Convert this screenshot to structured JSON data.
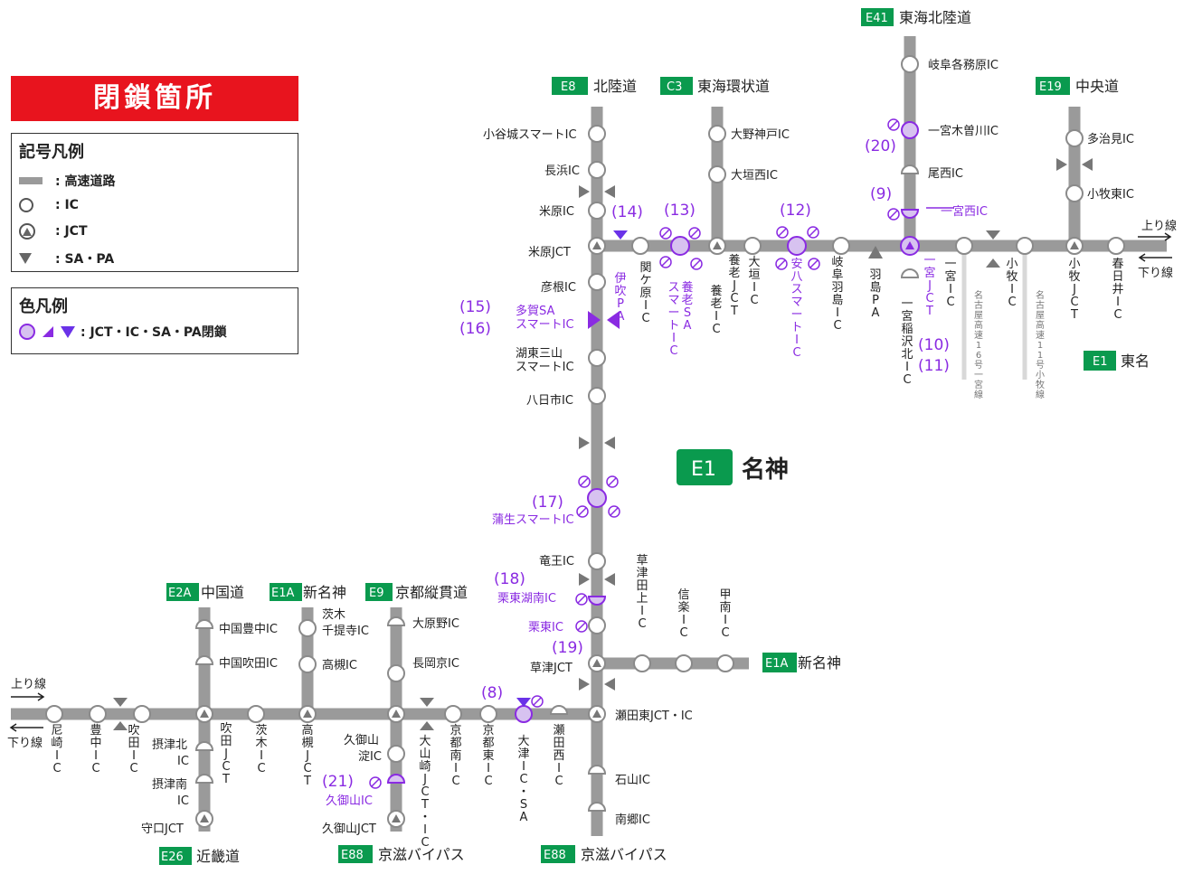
{
  "closure_title": "閉鎖箇所",
  "legend_symbols": {
    "title": "記号凡例",
    "road": ": 高速道路",
    "ic": ": IC",
    "jct": ": JCT",
    "sapa": ": SA・PA"
  },
  "legend_colors": {
    "title": "色凡例",
    "closed": ": JCT・IC・SA・PA閉鎖"
  },
  "colors": {
    "road": "#9a9a9a",
    "closed": "#8a2be2",
    "closed_fill": "#d7c2f0",
    "badge": "#0a9a4e",
    "title_bg": "#e8141e"
  },
  "routes": {
    "e41": {
      "code": "E41",
      "name": "東海北陸道"
    },
    "e8": {
      "code": "E8",
      "name": "北陸道"
    },
    "c3": {
      "code": "C3",
      "name": "東海環状道"
    },
    "e19": {
      "code": "E19",
      "name": "中央道"
    },
    "e1_east": {
      "code": "E1",
      "name": "東名"
    },
    "e1_main": {
      "code": "E1",
      "name": "名神"
    },
    "e1a_right": {
      "code": "E1A",
      "name": "新名神"
    },
    "e2a": {
      "code": "E2A",
      "name": "中国道"
    },
    "e1a_left": {
      "code": "E1A",
      "name": "新名神"
    },
    "e9": {
      "code": "E9",
      "name": "京都縦貫道"
    },
    "e26": {
      "code": "E26",
      "name": "近畿道"
    },
    "e88a": {
      "code": "E88",
      "name": "京滋バイパス"
    },
    "e88b": {
      "code": "E88",
      "name": "京滋バイパス"
    }
  },
  "directions": {
    "up": "上り線",
    "down": "下り線"
  },
  "labels": {
    "odani": "小谷城スマートIC",
    "nagahama": "長浜IC",
    "maibara_ic": "米原IC",
    "maibara_jct": "米原JCT",
    "hikone": "彦根IC",
    "taga_sa": "多賀SA",
    "taga_smart": "スマートIC",
    "koto_sanzan": "湖東三山",
    "koto_smart": "スマートIC",
    "yokaichi": "八日市IC",
    "gamo": "蒲生スマートIC",
    "ryuo": "竜王IC",
    "ritto_konan": "栗東湖南IC",
    "ritto": "栗東IC",
    "kusatsu_jct": "草津JCT",
    "seta_jct": "瀬田東JCT・IC",
    "ishiyama": "石山IC",
    "nango": "南郷IC",
    "ono_kambe": "大野神戸IC",
    "ogaki_nishi": "大垣西IC",
    "gifu_kakamigahara": "岐阜各務原IC",
    "ichinomiya_kisogawa": "一宮木曽川IC",
    "bisai": "尾西IC",
    "ichinomiya_nishi": "一宮西IC",
    "tajimi": "多治見IC",
    "komaki_higashi": "小牧東IC",
    "chugoku_toyonaka": "中国豊中IC",
    "chugoku_suita": "中国吹田IC",
    "ibaraki_senteiji1": "茨木",
    "ibaraki_senteiji2": "千提寺IC",
    "takatsuki_ic": "高槻IC",
    "oharano": "大原野IC",
    "nagaokakyo": "長岡京IC",
    "settsu_kita1": "摂津北",
    "settsu_kita2": "IC",
    "settsu_minami1": "摂津南",
    "settsu_minami2": "IC",
    "moriguchi": "守口JCT",
    "kumiyama_yodo1": "久御山",
    "kumiyama_yodo2": "淀IC",
    "kumiyama_ic": "久御山IC",
    "kumiyama_jct": "久御山JCT",
    "grey1": "名古屋高速16号一宮線",
    "grey2": "名古屋高速11号小牧線"
  },
  "vertical_labels": {
    "iyobuki": "伊吹PA",
    "sekigahara": "関ケ原IC",
    "yoro_sa": "養老SA",
    "yoro_smart": "スマートIC",
    "yoro_ic": "養老IC",
    "yoro_jct": "養老JCT",
    "ogaki": "大垣IC",
    "anpachi": "安八スマートIC",
    "gifu_hashima": "岐阜羽島IC",
    "hashima_pa": "羽島PA",
    "inazawa": "一宮稲沢北IC",
    "ichinomiya_jct": "一宮JCT",
    "ichinomiya_ic": "一宮IC",
    "komaki_ic": "小牧IC",
    "komaki_jct": "小牧JCT",
    "kasugai": "春日井IC",
    "kusatsu_tagami": "草津田上IC",
    "shigaraki": "信楽IC",
    "konan": "甲南IC",
    "amagasaki": "尼崎IC",
    "toyonaka": "豊中IC",
    "suita": "吹田IC",
    "suita_jct": "吹田JCT",
    "ibaraki": "茨木IC",
    "takatsuki_jct": "高槻JCT",
    "oyamazaki": "大山崎JCT・IC",
    "kyoto_minami": "京都南IC",
    "kyoto_higashi": "京都東IC",
    "otsu": "大津IC・SA",
    "seta_nishi": "瀬田西IC"
  },
  "closures": {
    "c8": "(8)",
    "c9": "(9)",
    "c10": "(10)",
    "c11": "(11)",
    "c12": "(12)",
    "c13": "(13)",
    "c14": "(14)",
    "c15": "(15)",
    "c16": "(16)",
    "c17": "(17)",
    "c18": "(18)",
    "c19": "(19)",
    "c20": "(20)",
    "c21": "(21)"
  }
}
